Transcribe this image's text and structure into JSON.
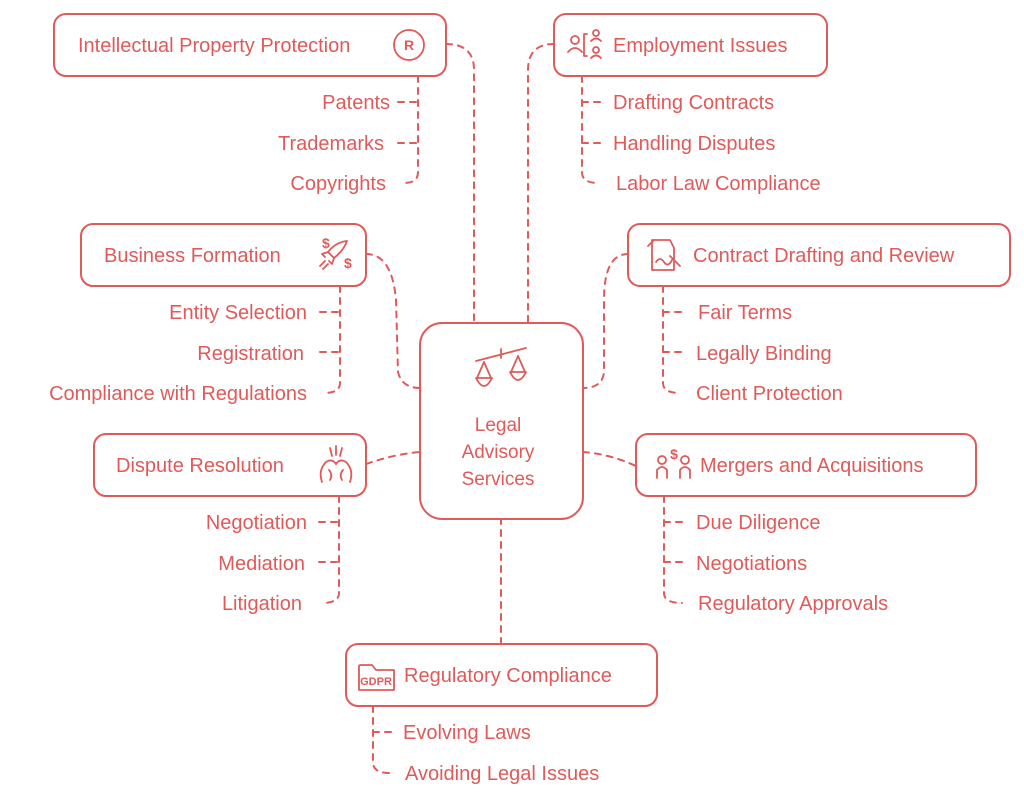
{
  "center": {
    "lines": [
      "Legal",
      "Advisory",
      "Services"
    ]
  },
  "topics": [
    {
      "id": "ip",
      "title": "Intellectual Property Protection",
      "icon": "registered-trademark-icon",
      "badge": "R",
      "items": [
        "Patents",
        "Trademarks",
        "Copyrights"
      ]
    },
    {
      "id": "employment",
      "title": "Employment Issues",
      "icon": "people-network-icon",
      "items": [
        "Drafting Contracts",
        "Handling Disputes",
        "Labor Law Compliance"
      ]
    },
    {
      "id": "business",
      "title": "Business Formation",
      "icon": "rocket-icon",
      "items": [
        "Entity Selection",
        "Registration",
        "Compliance with Regulations"
      ]
    },
    {
      "id": "contract",
      "title": "Contract Drafting and Review",
      "icon": "signing-document-icon",
      "items": [
        "Fair Terms",
        "Legally Binding",
        "Client Protection"
      ]
    },
    {
      "id": "dispute",
      "title": "Dispute Resolution",
      "icon": "arguing-heads-icon",
      "items": [
        "Negotiation",
        "Mediation",
        "Litigation"
      ]
    },
    {
      "id": "mergers",
      "title": "Mergers and Acquisitions",
      "icon": "people-money-icon",
      "items": [
        "Due Diligence",
        "Negotiations",
        "Regulatory Approvals"
      ]
    },
    {
      "id": "regulatory",
      "title": "Regulatory Compliance",
      "icon": "gdpr-folder-icon",
      "badge": "GDPR",
      "items": [
        "Evolving Laws",
        "Avoiding Legal Issues"
      ]
    }
  ],
  "colors": {
    "accent": "#e05a59",
    "background": "#ffffff"
  }
}
